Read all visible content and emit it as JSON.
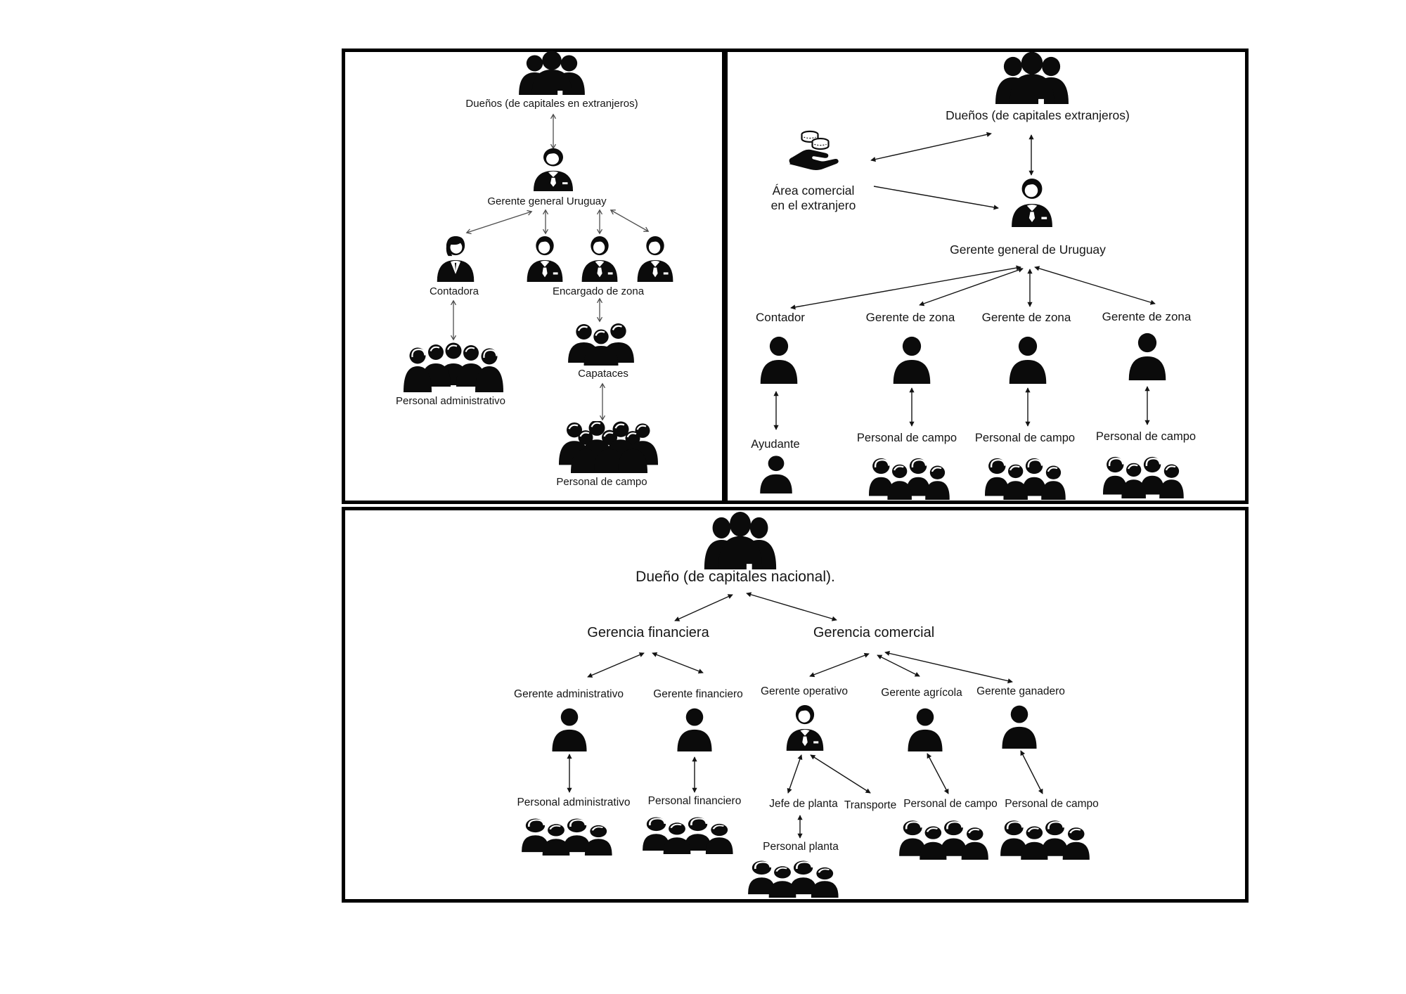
{
  "colors": {
    "ink": "#0b0b0b",
    "arrow_gray": "#4d4d4d",
    "arrow_dark": "#141414",
    "panel_border": "#000000",
    "background": "#ffffff"
  },
  "icons": {
    "owners_group": "people-group-icon",
    "manager_male": "businessman-icon",
    "manager_female": "businesswoman-icon",
    "plain_person": "person-icon",
    "staff_row": "staff-group-icon",
    "foremen_group": "foremen-group-icon",
    "crowd": "crowd-icon",
    "commercial_area": "hand-holding-coins-icon"
  },
  "panels": {
    "left": {
      "owners": "Dueños (de capitales en extranjeros)",
      "gm": "Gerente general Uruguay",
      "accountant": "Contadora",
      "zone_head": "Encargado de zona",
      "admin_staff": "Personal administrativo",
      "foremen": "Capataces",
      "field_staff": "Personal de campo"
    },
    "right": {
      "owners": "Dueños (de capitales extranjeros)",
      "commercial_area_line1": "Área comercial",
      "commercial_area_line2": "en el extranjero",
      "gm": "Gerente general de Uruguay",
      "accountant": "Contador",
      "zone_manager": "Gerente de zona",
      "assistant": "Ayudante",
      "field_staff": "Personal de campo"
    },
    "bottom": {
      "owner": "Dueño (de capitales nacional).",
      "finance_division": "Gerencia financiera",
      "commercial_division": "Gerencia comercial",
      "admin_manager": "Gerente administrativo",
      "finance_manager": "Gerente financiero",
      "operations_manager": "Gerente operativo",
      "agri_manager": "Gerente agrícola",
      "livestock_manager": "Gerente ganadero",
      "admin_staff": "Personal administrativo",
      "finance_staff": "Personal financiero",
      "plant_chief": "Jefe de planta",
      "transport": "Transporte",
      "field_staff": "Personal de campo",
      "plant_staff": "Personal planta"
    }
  }
}
